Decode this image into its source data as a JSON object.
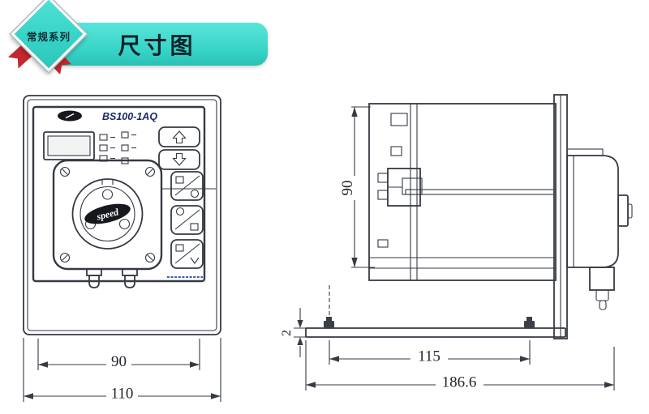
{
  "badge": {
    "label": "常规系列"
  },
  "header": {
    "title": "尺寸图"
  },
  "front_view": {
    "model_label": "BS100-1AQ",
    "pump_logo": "speed",
    "dim_inner_width": "90",
    "dim_outer_width": "110"
  },
  "side_view": {
    "dim_height": "90",
    "dim_plate_thickness": "2",
    "dim_feet_spacing": "115",
    "dim_total_depth": "186.6"
  },
  "colors": {
    "accent_teal": "#35d2c6",
    "ribbon_red": "#c4272e",
    "line_color": "#363a43"
  }
}
